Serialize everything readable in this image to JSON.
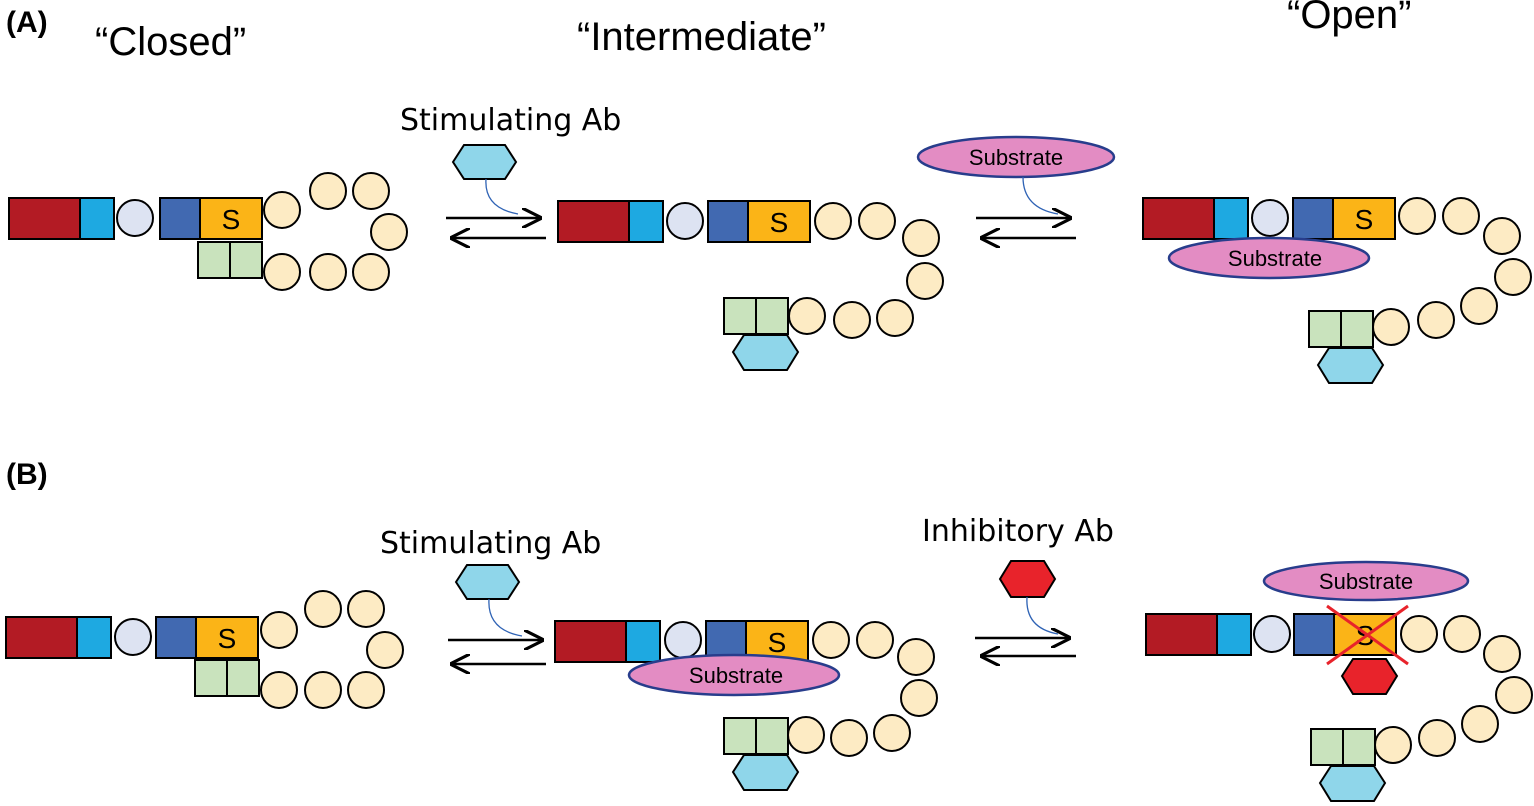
{
  "panel_a": {
    "label": "(A)",
    "states": {
      "closed": "“Closed”",
      "intermediate": "“Intermediate”",
      "open": "“Open”"
    },
    "stimulating_ab_label": "Stimulating Ab",
    "substrate_label": "Substrate",
    "s_domain_label": "S"
  },
  "panel_b": {
    "label": "(B)",
    "stimulating_ab_label": "Stimulating Ab",
    "inhibitory_ab_label": "Inhibitory Ab",
    "substrate_label": "Substrate",
    "s_domain_label": "S"
  },
  "colors": {
    "red_domain": "#b31b24",
    "cyan_domain": "#1ea9e1",
    "lavender_domain": "#dde3f2",
    "blue_domain": "#4169b1",
    "s_domain": "#fbb417",
    "spacer_domain": "#c9e3bd",
    "tail_beads": "#fdebc4",
    "stimulating_ab": "#8fd6ea",
    "inhibitory_ab": "#e8232b",
    "substrate": "#e38cc3",
    "substrate_outline": "#283d8c",
    "cross": "#e8232b"
  },
  "icons": {
    "stimulating_ab": "hexagon-icon",
    "inhibitory_ab": "hexagon-icon",
    "substrate": "ellipse-icon",
    "equilibrium": "equilibrium-arrows-icon"
  }
}
